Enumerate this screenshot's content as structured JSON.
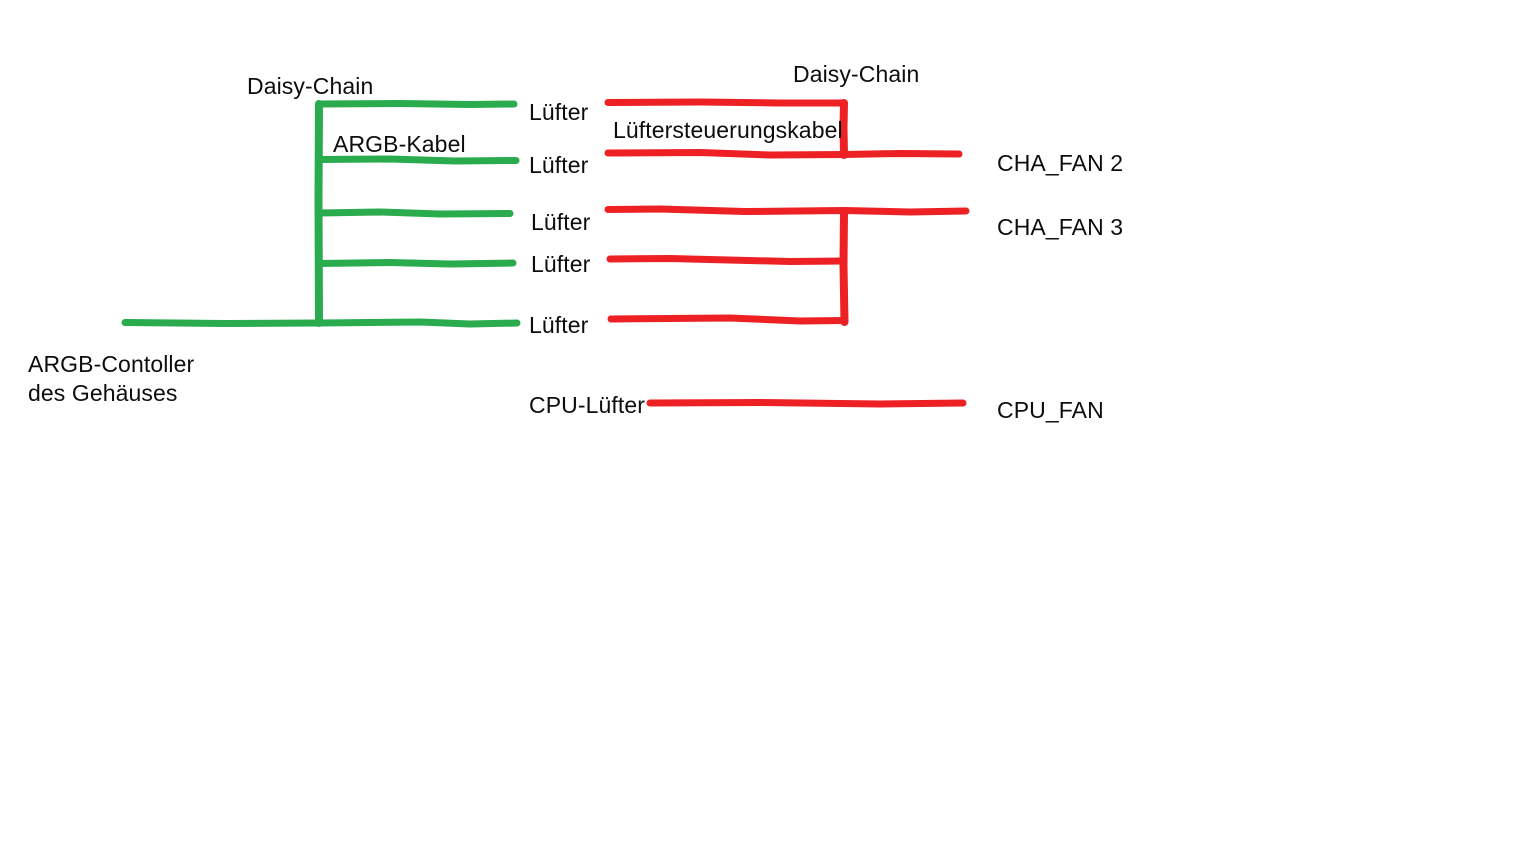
{
  "diagram": {
    "title_left": "Daisy-Chain",
    "title_right": "Daisy-Chain",
    "colors": {
      "argb_wire": "#29ab4e",
      "fan_wire": "#ed2024",
      "text": "#0d0d0d",
      "background": "#ffffff"
    },
    "labels": {
      "daisy_chain_left": "Daisy-Chain",
      "daisy_chain_right": "Daisy-Chain",
      "argb_cable": "ARGB-Kabel",
      "fan_control_cable": "Lüftersteuerungskabel",
      "argb_controller": "ARGB-Contoller\ndes Gehäuses",
      "argb_controller_line1": "ARGB-Contoller",
      "argb_controller_line2": "des Gehäuses",
      "cpu_fan_source": "CPU-Lüfter"
    },
    "fans": [
      {
        "name": "Lüfter",
        "argb_row": 1,
        "fan_row": 1
      },
      {
        "name": "Lüfter",
        "argb_row": 2,
        "fan_row": 2
      },
      {
        "name": "Lüfter",
        "argb_row": 3,
        "fan_row": 3
      },
      {
        "name": "Lüfter",
        "argb_row": 4,
        "fan_row": 4
      },
      {
        "name": "Lüfter",
        "argb_row": 5,
        "fan_row": 5
      }
    ],
    "headers": [
      {
        "id": "cha_fan_2",
        "label": "CHA_FAN 2"
      },
      {
        "id": "cha_fan_3",
        "label": "CHA_FAN 3"
      },
      {
        "id": "cpu_fan",
        "label": "CPU_FAN"
      }
    ],
    "header_cha_fan_2": "CHA_FAN 2",
    "header_cha_fan_3": "CHA_FAN 3",
    "header_cpu_fan": "CPU_FAN",
    "fan_label_1": "Lüfter",
    "fan_label_2": "Lüfter",
    "fan_label_3": "Lüfter",
    "fan_label_4": "Lüfter",
    "fan_label_5": "Lüfter"
  }
}
